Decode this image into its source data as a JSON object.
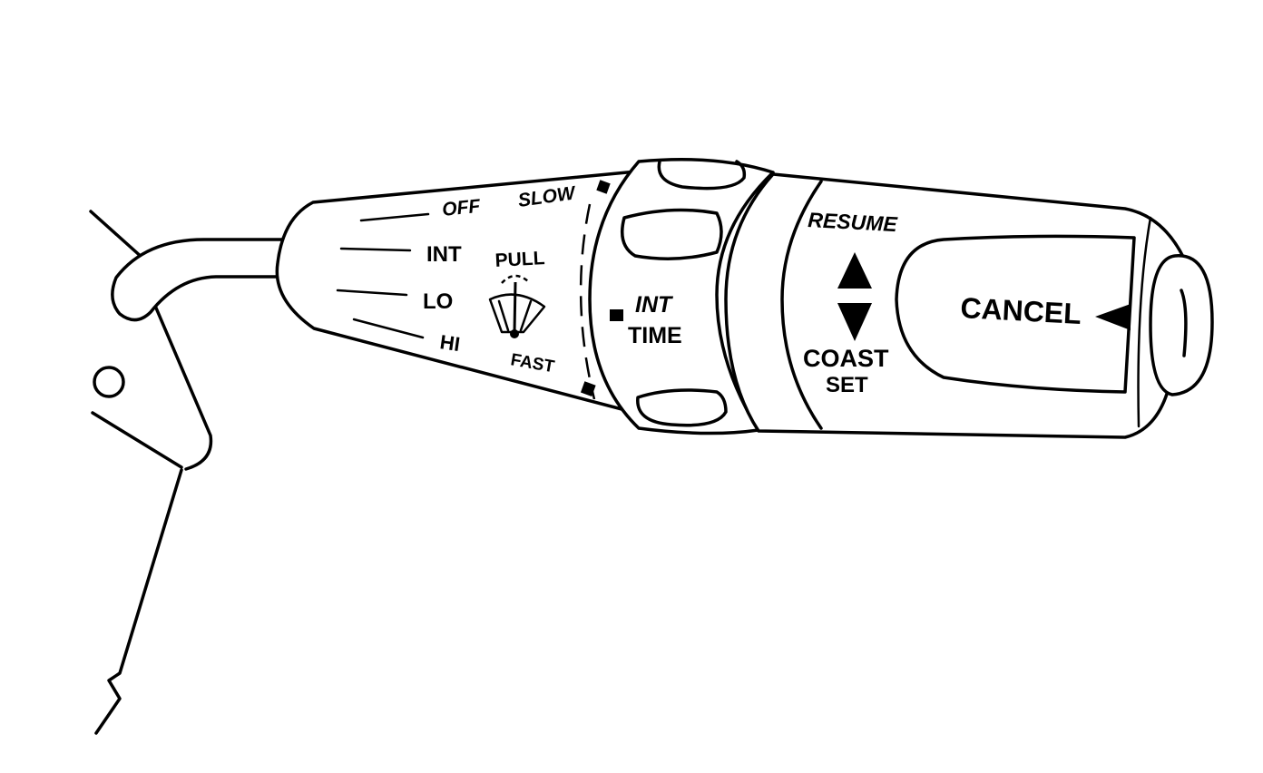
{
  "wiper_labels": {
    "off": "OFF",
    "slow": "SLOW",
    "int": "INT",
    "lo": "LO",
    "hi": "HI",
    "pull": "PULL",
    "fast": "FAST",
    "int_time_line1": "INT",
    "int_time_line2": "TIME"
  },
  "cruise_labels": {
    "resume": "RESUME",
    "coast": "COAST",
    "set": "SET",
    "cancel": "CANCEL"
  },
  "colors": {
    "ink": "#000000",
    "paper": "#ffffff"
  }
}
